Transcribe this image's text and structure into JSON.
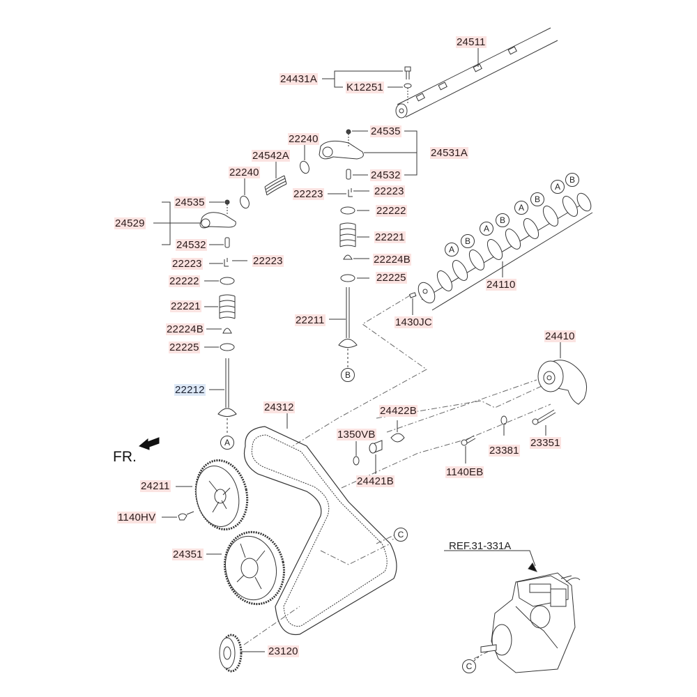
{
  "diagram": {
    "title": "Camshaft & Valve / Timing Belt",
    "front_indicator": "FR.",
    "reference": "REF.31-331A",
    "highlight_color": "#fbe3e1",
    "selected_color": "#dde8f6",
    "selected_part": "22212"
  },
  "parts": {
    "p24511": "24511",
    "p24431A": "24431A",
    "pK12251": "K12251",
    "p24535_r": "24535",
    "p24531A": "24531A",
    "p24532_r": "24532",
    "p22240_a": "22240",
    "p24542A": "24542A",
    "p22240_b": "22240",
    "p22223_c1": "22223",
    "p22223_c2": "22223",
    "p24535_l": "24535",
    "p24529": "24529",
    "p24532_l": "24532",
    "p22223_l1": "22223",
    "p22223_l2": "22223",
    "p22222_l": "22222",
    "p22221_l": "22221",
    "p22224B_l": "22224B",
    "p22225_l": "22225",
    "p22212": "22212",
    "p22222_c": "22222",
    "p22221_c": "22221",
    "p22224B_c": "22224B",
    "p22225_c": "22225",
    "p22211": "22211",
    "p24110": "24110",
    "p1430JC": "1430JC",
    "p24410": "24410",
    "p24312": "24312",
    "p24422B": "24422B",
    "p1350VB": "1350VB",
    "p24421B": "24421B",
    "p23381": "23381",
    "p23351": "23351",
    "p1140EB": "1140EB",
    "p24211": "24211",
    "p1140HV": "1140HV",
    "p24351": "24351",
    "p23120": "23120"
  },
  "callouts": {
    "a": "A",
    "b": "B",
    "c": "C"
  }
}
